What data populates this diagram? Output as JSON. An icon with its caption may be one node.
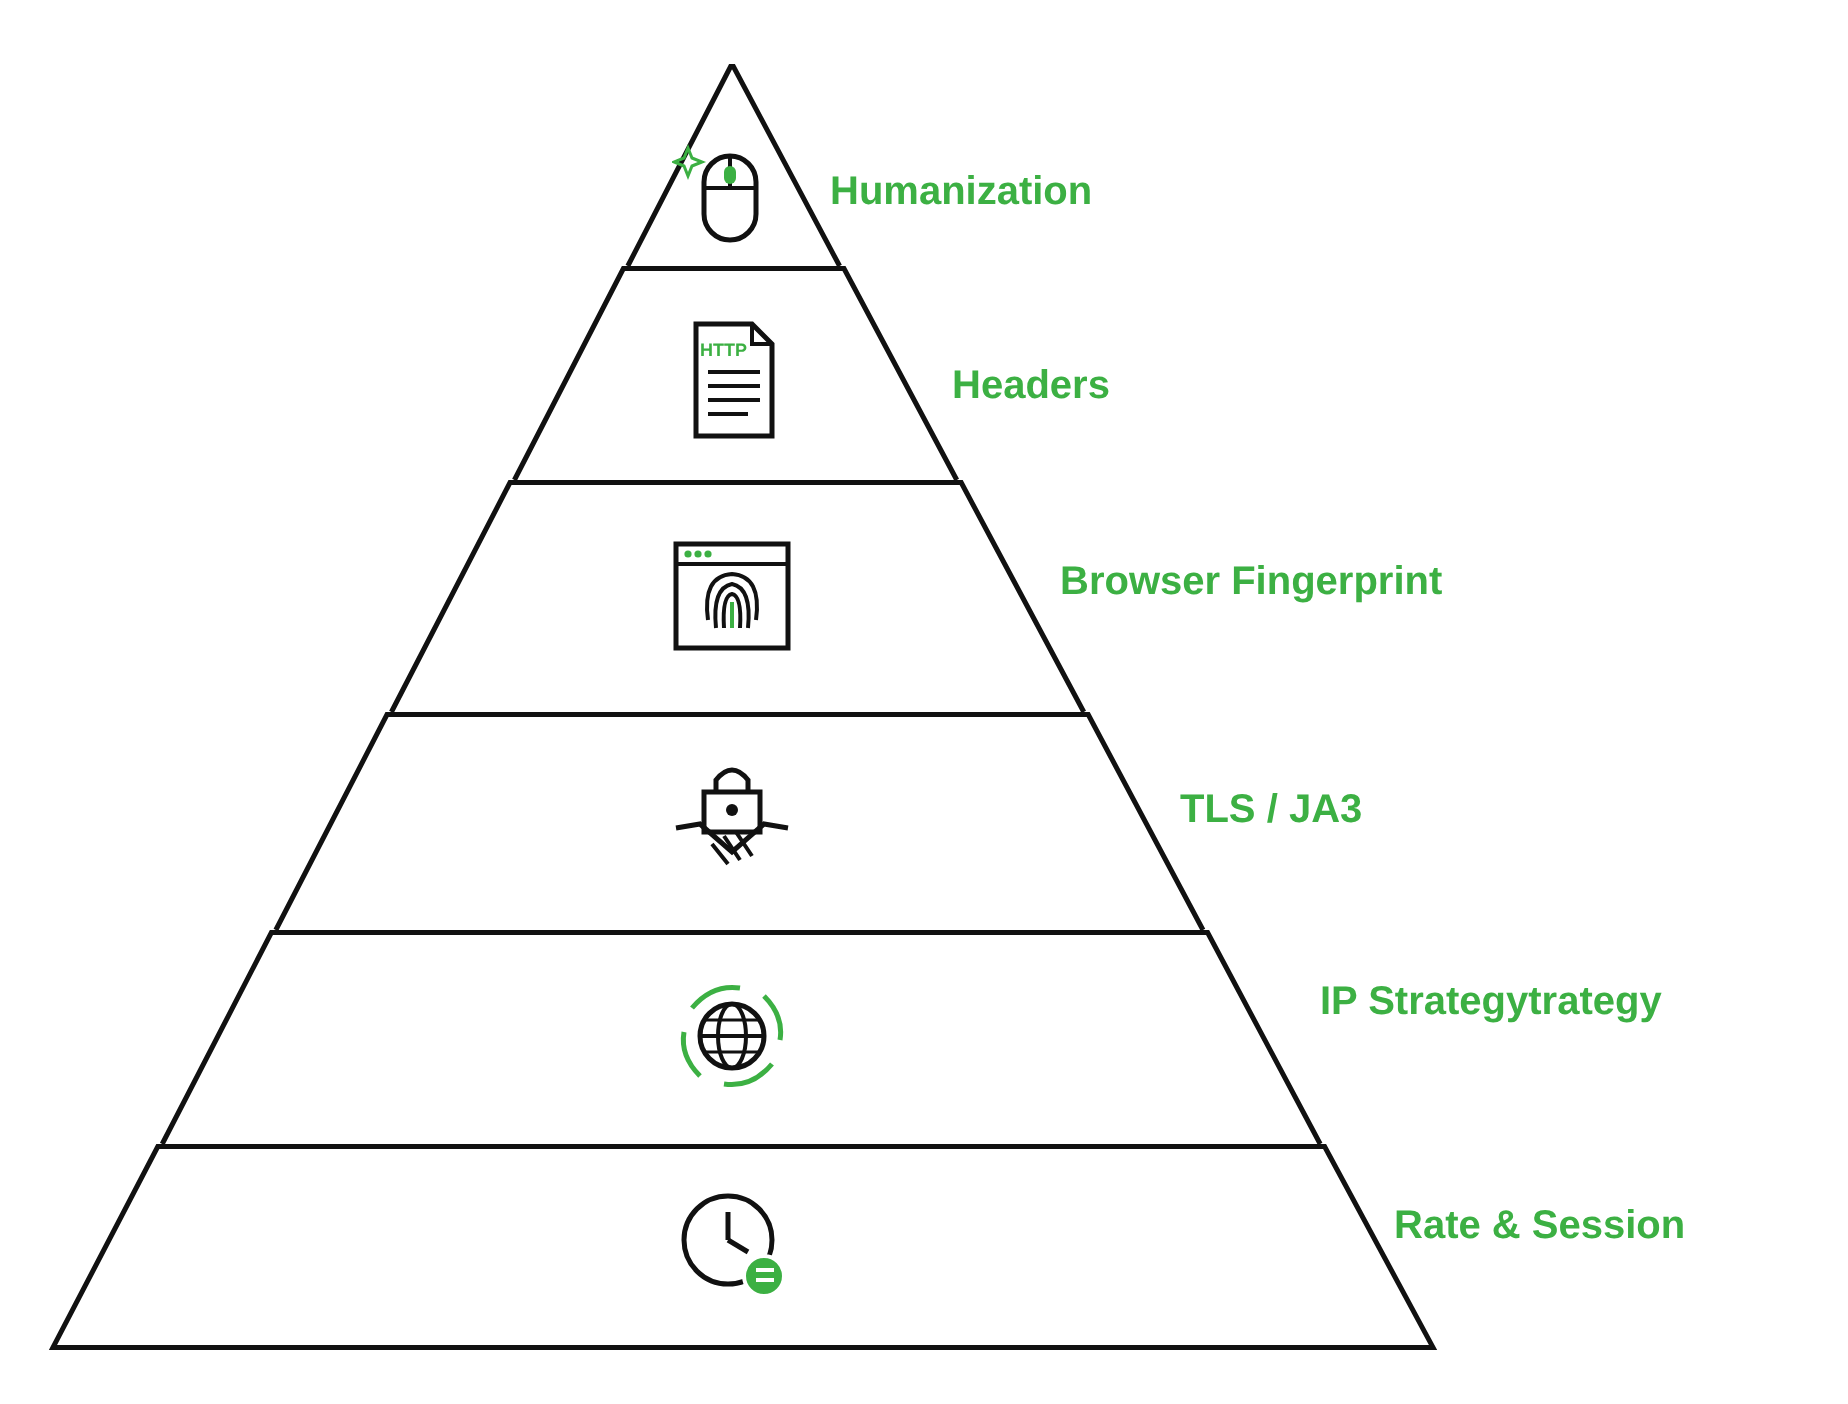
{
  "diagram": {
    "nodes": [
      {
        "text": [
          "Humanization"
        ]
      },
      {
        "text": [
          "Headers"
        ]
      },
      {
        "text": [
          "Browser Fingerprint"
        ]
      },
      {
        "text": [
          "TLS / JA3"
        ]
      },
      {
        "text": [
          "IP Strategytrategy"
        ]
      },
      {
        "text": [
          "Rate & Session"
        ]
      }
    ],
    "labels": [
      "HTTP"
    ]
  }
}
